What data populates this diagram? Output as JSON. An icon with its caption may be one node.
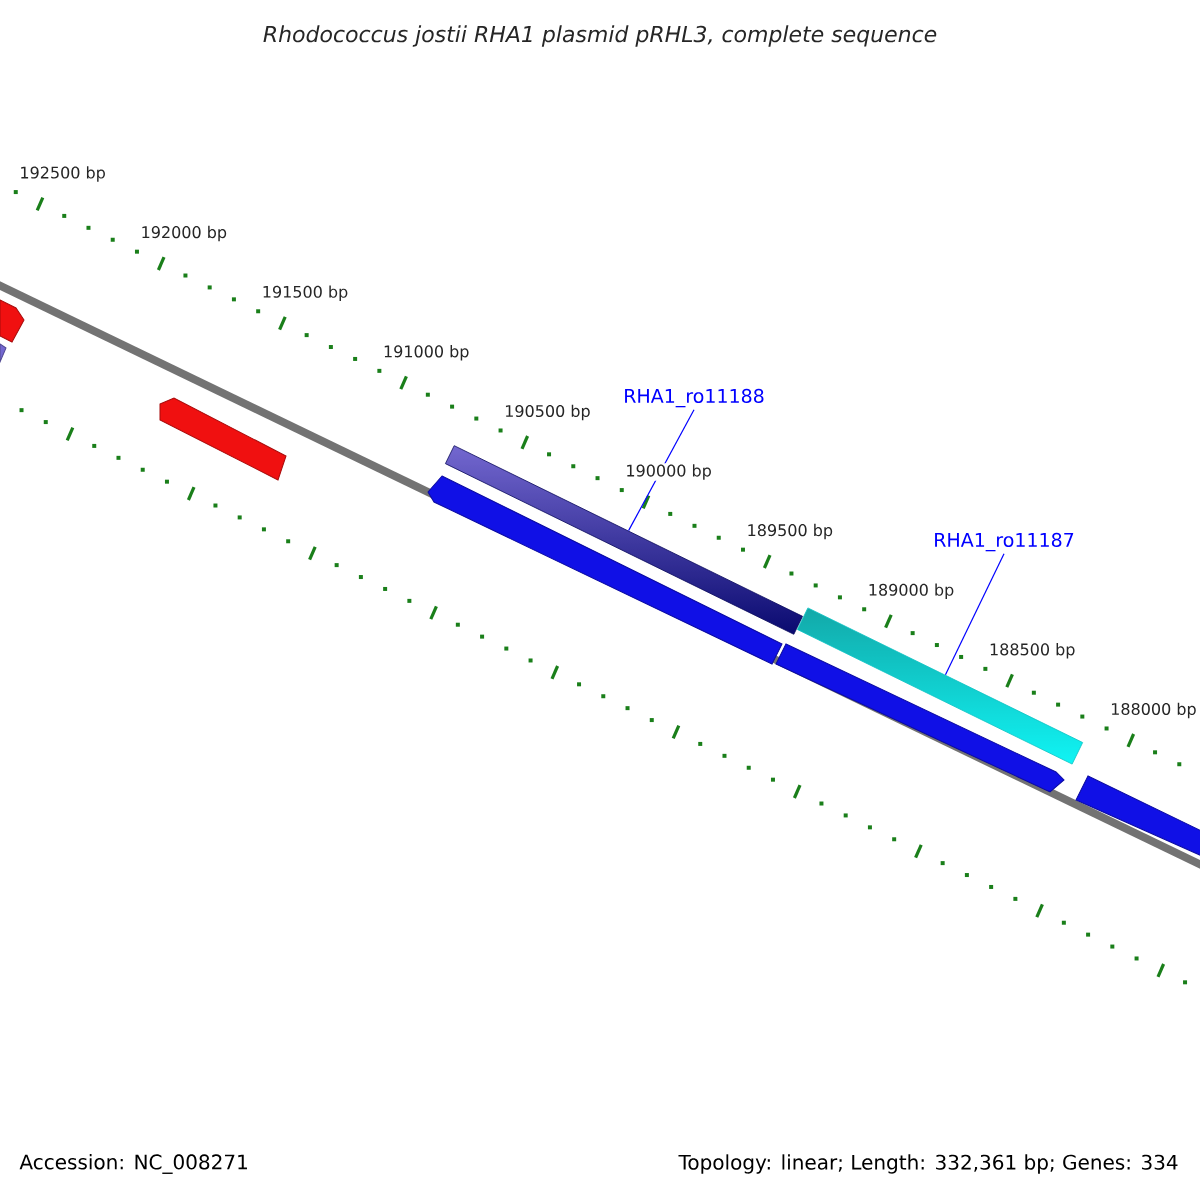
{
  "diagram": {
    "title": "Rhodococcus jostii RHA1 plasmid pRHL3, complete sequence",
    "nodes": [
      {
        "text": [
          "RHA1_ro11188"
        ]
      },
      {
        "text": [
          "RHA1_ro11187"
        ]
      },
      {
        "text": [],
        "shape": "bar"
      },
      {
        "text": [],
        "shape": "bar"
      }
    ],
    "edges": [
      {
        "from": 0,
        "to": 2,
        "arrow": "none"
      },
      {
        "from": 1,
        "to": 3,
        "arrow": "none"
      }
    ],
    "labels": [
      "192500 bp",
      "192000 bp",
      "191500 bp",
      "191000 bp",
      "190500 bp",
      "190000 bp",
      "189500 bp",
      "189000 bp",
      "188500 bp",
      "188000 bp",
      "Accession: NC_008271",
      "Topology: linear; Length: 332,361 bp; Genes: 334"
    ]
  }
}
